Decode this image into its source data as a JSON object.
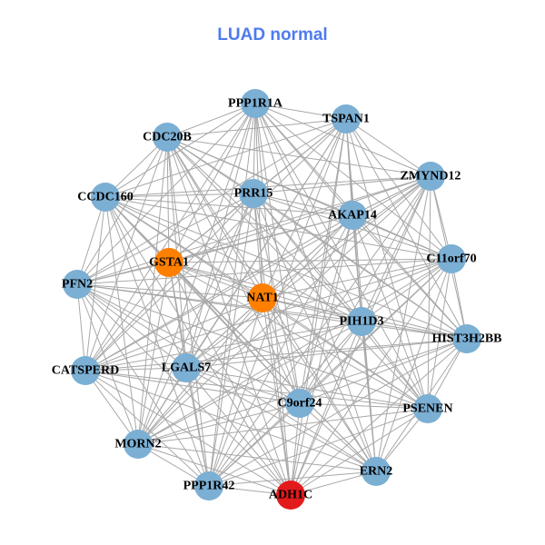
{
  "title": "LUAD normal",
  "colors": {
    "title": "#4F7BEF",
    "default_node": "#7BAFD4",
    "highlight_node": "#FF8000",
    "key_node": "#E31A1C",
    "edge": "#A8A8A8"
  },
  "nodes": [
    {
      "id": "PPP1R1A",
      "type": "default"
    },
    {
      "id": "TSPAN1",
      "type": "default"
    },
    {
      "id": "CDC20B",
      "type": "default"
    },
    {
      "id": "ZMYND12",
      "type": "default"
    },
    {
      "id": "CCDC160",
      "type": "default"
    },
    {
      "id": "PRR15",
      "type": "default"
    },
    {
      "id": "AKAP14",
      "type": "default"
    },
    {
      "id": "C11orf70",
      "type": "default"
    },
    {
      "id": "GSTA1",
      "type": "highlight"
    },
    {
      "id": "PFN2",
      "type": "default"
    },
    {
      "id": "NAT1",
      "type": "highlight"
    },
    {
      "id": "PIH1D3",
      "type": "default"
    },
    {
      "id": "HIST3H2BB",
      "type": "default"
    },
    {
      "id": "CATSPERD",
      "type": "default"
    },
    {
      "id": "LGALS7",
      "type": "default"
    },
    {
      "id": "C9orf24",
      "type": "default"
    },
    {
      "id": "PSENEN",
      "type": "default"
    },
    {
      "id": "MORN2",
      "type": "default"
    },
    {
      "id": "ERN2",
      "type": "default"
    },
    {
      "id": "PPP1R42",
      "type": "default"
    },
    {
      "id": "ADH1C",
      "type": "key"
    }
  ]
}
